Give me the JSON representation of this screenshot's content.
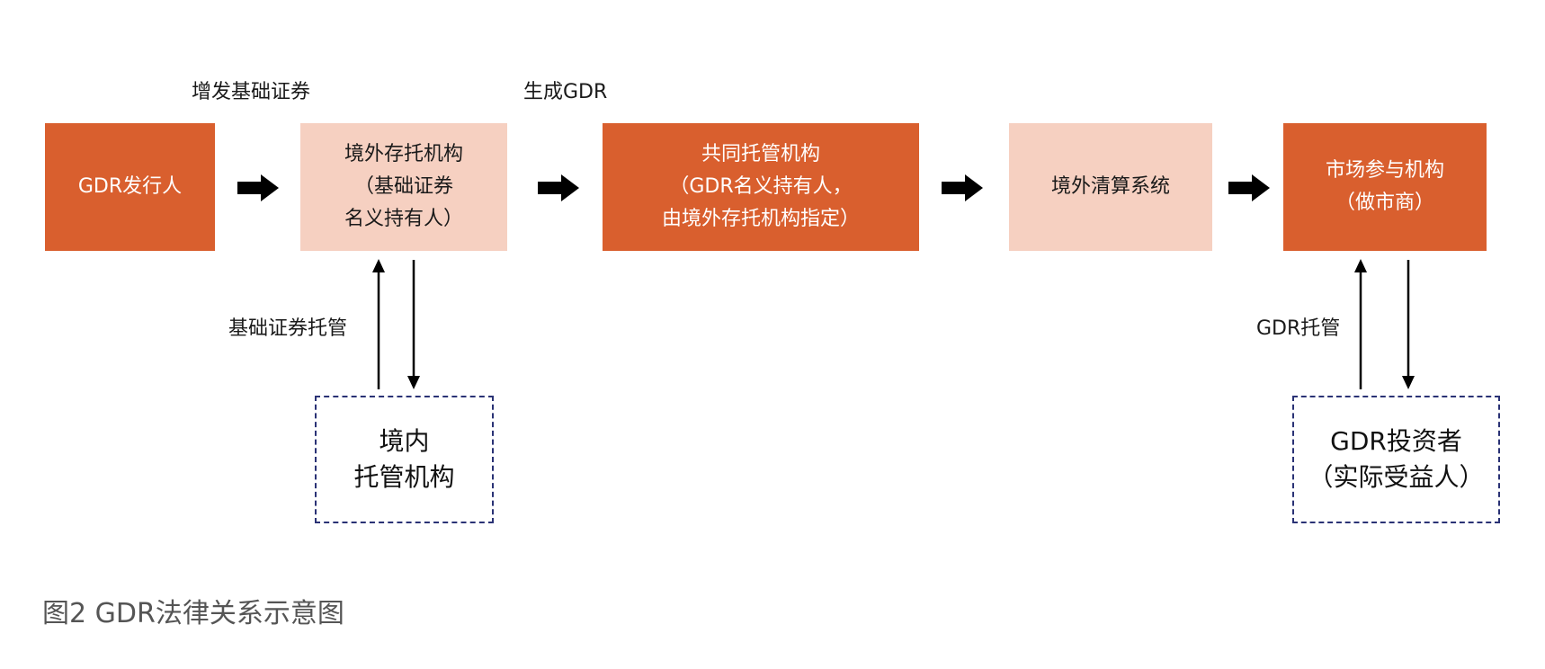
{
  "flow_labels": {
    "issue_underlying": "增发基础证券",
    "generate_gdr": "生成GDR"
  },
  "boxes": {
    "issuer": [
      "GDR发行人"
    ],
    "overseas_depositary": [
      "境外存托机构",
      "（基础证券",
      "名义持有人）"
    ],
    "joint_custodian": [
      "共同托管机构",
      "（GDR名义持有人，",
      "由境外存托机构指定）"
    ],
    "overseas_clearing": [
      "境外清算系统"
    ],
    "market_participant": [
      "市场参与机构",
      "（做市商）"
    ],
    "domestic_custodian": [
      "境内",
      "托管机构"
    ],
    "gdr_investor": [
      "GDR投资者",
      "（实际受益人）"
    ]
  },
  "side_labels": {
    "underlying_custody": "基础证券托管",
    "gdr_custody": "GDR托管"
  },
  "caption": "图2  GDR法律关系示意图",
  "colors": {
    "dark_box": "#d95f2e",
    "light_box": "#f6d0c1",
    "dashed_border": "#2a3275",
    "arrow": "#000000"
  }
}
